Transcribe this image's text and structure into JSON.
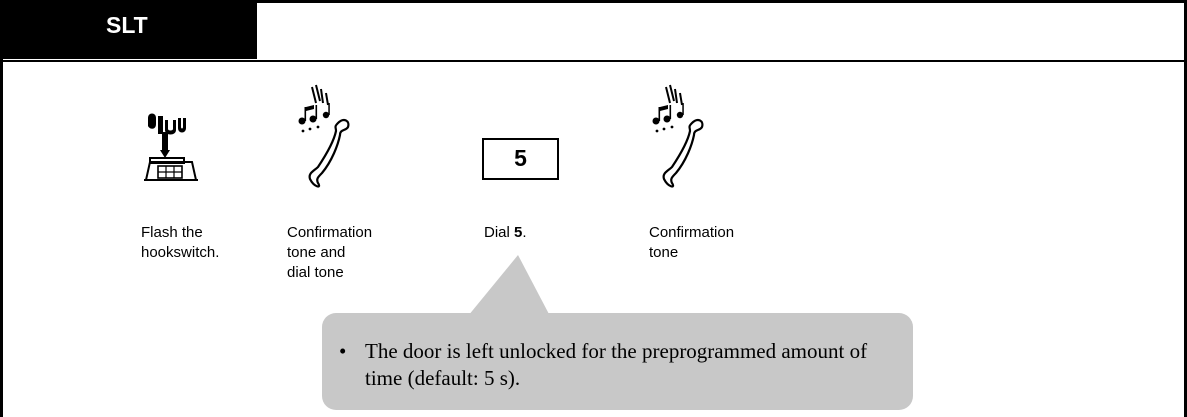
{
  "header": {
    "tab_label": "SLT"
  },
  "steps": [
    {
      "icon": "hookswitch-icon",
      "caption": "Flash the\nhookswitch."
    },
    {
      "icon": "handset-tone-icon",
      "caption": "Confirmation\ntone and\ndial tone"
    },
    {
      "icon": "dial-key-icon",
      "key": "5",
      "caption_prefix": "Dial ",
      "caption_key": "5",
      "caption_suffix": "."
    },
    {
      "icon": "handset-tone-icon",
      "caption": "Confirmation\ntone"
    }
  ],
  "note": {
    "bullet": "•",
    "text": "The door is left unlocked for the preprogrammed amount of time (default: 5 s)."
  }
}
